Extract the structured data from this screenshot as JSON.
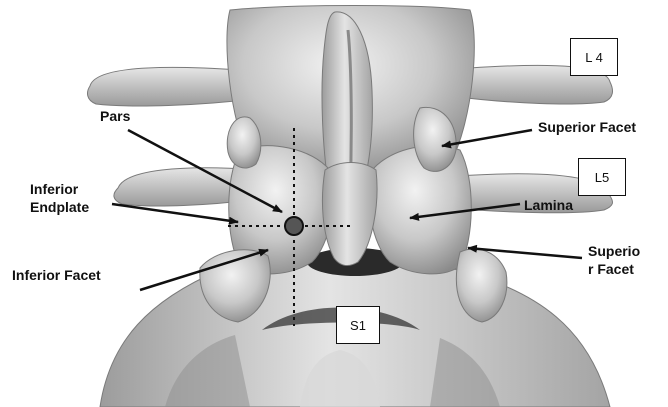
{
  "figure": {
    "background": "#ffffff",
    "bone_color": "#bdbdbd",
    "shadow_color": "#2a2a2a",
    "line_color": "#111111"
  },
  "levels": {
    "l4": "L 4",
    "l5": "L5",
    "s1": "S1"
  },
  "labels": {
    "pars": "Pars",
    "inferior_endplate_line1": "Inferior",
    "inferior_endplate_line2": "Endplate",
    "inferior_facet": "Inferior Facet",
    "superior_facet_upper": "Superior Facet",
    "lamina": "Lamina",
    "superior_facet_lower_line1": "Superio",
    "superior_facet_lower_line2": "r Facet"
  },
  "icons": {
    "arrow": "arrow-icon",
    "pars_marker": "circle-marker-icon",
    "crosshair": "dotted-crosshair-icon"
  }
}
